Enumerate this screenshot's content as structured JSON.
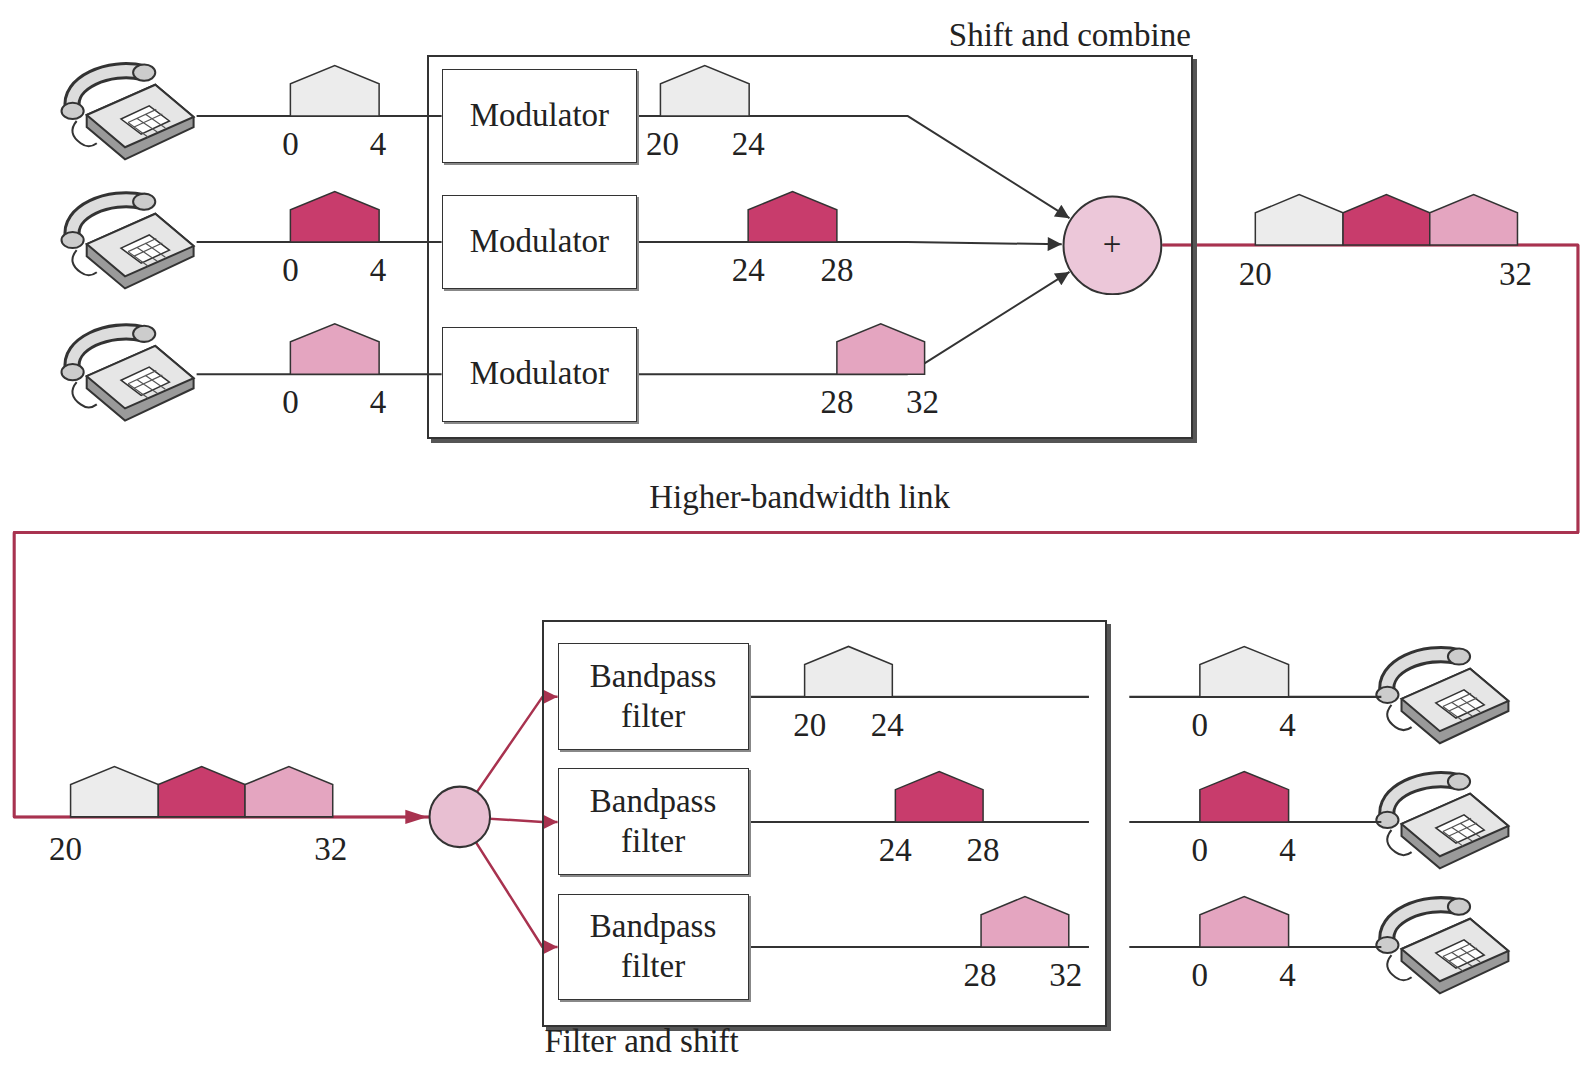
{
  "diagram": {
    "nodes": [
      {
        "text": [
          "Shift and combine"
        ]
      },
      {
        "text": [
          "Modulator"
        ],
        "in": 0
      },
      {
        "text": [
          "Modulator"
        ],
        "in": 0
      },
      {
        "text": [
          "Modulator"
        ],
        "in": 0
      },
      {
        "text": [
          "+"
        ],
        "in": 0
      },
      {
        "text": [
          "Filter and shift"
        ]
      },
      {
        "text": [
          "Bandpass filter"
        ],
        "in": 5
      },
      {
        "text": [
          "Bandpass filter"
        ],
        "in": 5
      },
      {
        "text": [
          "Bandpass filter"
        ],
        "in": 5
      }
    ],
    "edges": [
      {
        "from": 1,
        "to": 4,
        "arrow": "to"
      },
      {
        "from": 2,
        "to": 4,
        "arrow": "to"
      },
      {
        "from": 3,
        "to": 4,
        "arrow": "to"
      },
      {
        "from": 4,
        "to": 6,
        "arrow": "to"
      },
      {
        "from": 4,
        "to": 7,
        "arrow": "to"
      },
      {
        "from": 4,
        "to": 8,
        "arrow": "to"
      }
    ],
    "labels": [
      "0",
      "4",
      "20",
      "24",
      "20",
      "32",
      "0",
      "4",
      "24",
      "28",
      "0",
      "4",
      "28",
      "32",
      "Higher-bandwidth link",
      "20",
      "24",
      "0",
      "4",
      "20",
      "32",
      "24",
      "28",
      "0",
      "4",
      "28",
      "32",
      "0",
      "4"
    ]
  }
}
